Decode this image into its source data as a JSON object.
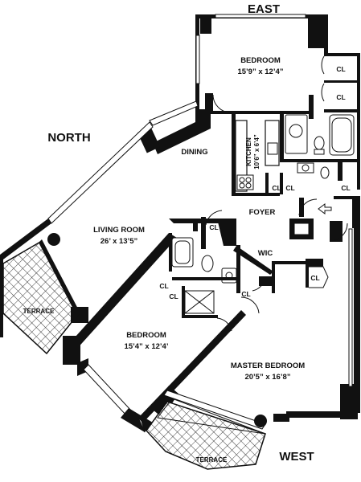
{
  "directions": {
    "north": "NORTH",
    "east": "EAST",
    "west": "WEST"
  },
  "rooms": {
    "bedroom_east": {
      "name": "BEDROOM",
      "dims": "15’9” x 12’4”"
    },
    "dining": {
      "name": "DINING"
    },
    "kitchen": {
      "name": "KITCHEN",
      "dims": "10’6” x 6’4”"
    },
    "foyer": {
      "name": "FOYER"
    },
    "living_room": {
      "name": "LIVING ROOM",
      "dims": "26’ x 13’5”"
    },
    "wic": {
      "name": "WIC"
    },
    "bedroom_west": {
      "name": "BEDROOM",
      "dims": "15’4” x 12’4’"
    },
    "master_bedroom": {
      "name": "MASTER BEDROOM",
      "dims": "20’5” x 16’8”"
    },
    "terrace_north": {
      "name": "TERRACE"
    },
    "terrace_west": {
      "name": "TERRACE"
    }
  },
  "closets": [
    "CL",
    "CL",
    "CL",
    "CL",
    "CL",
    "CL",
    "CL",
    "CL",
    "CL",
    "CL"
  ]
}
